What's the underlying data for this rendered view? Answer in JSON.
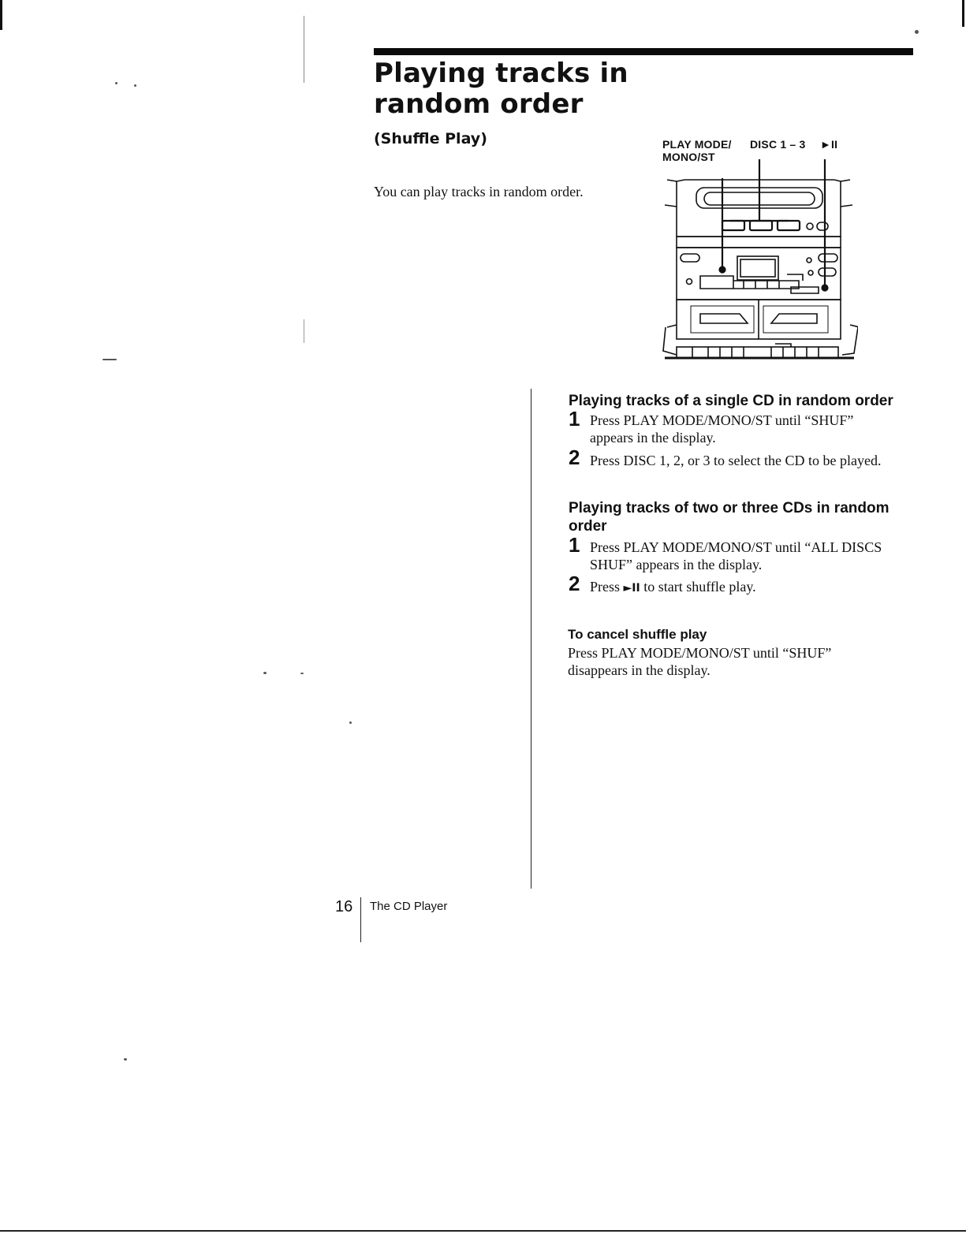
{
  "header": {
    "title_line1": "Playing tracks in",
    "title_line2": "random order",
    "subtitle": "(Shuffle Play)"
  },
  "intro": "You can play tracks in random order.",
  "figure": {
    "label_play_mode_1": "PLAY MODE/",
    "label_play_mode_2": "MONO/ST",
    "label_disc": "DISC 1 – 3",
    "label_play_pause": "►II"
  },
  "section_single": {
    "heading": "Playing tracks of a single CD in random order",
    "steps": [
      {
        "num": "1",
        "line1": "Press PLAY MODE/MONO/ST until “SHUF”",
        "line2": "appears in the display."
      },
      {
        "num": "2",
        "line1": "Press DISC 1, 2, or 3 to select the CD to be played."
      }
    ]
  },
  "section_multi": {
    "heading_line1": "Playing tracks of two or three CDs in random",
    "heading_line2": "order",
    "steps": [
      {
        "num": "1",
        "line1": "Press PLAY MODE/MONO/ST until “ALL DISCS",
        "line2": "SHUF” appears in the display."
      },
      {
        "num": "2",
        "prefix": "Press ",
        "glyph": "►II",
        "suffix": " to start shuffle play."
      }
    ]
  },
  "cancel": {
    "heading": "To cancel shuffle play",
    "line1": "Press PLAY MODE/MONO/ST until “SHUF”",
    "line2": "disappears in the display."
  },
  "footer": {
    "page_number": "16",
    "section": "The CD Player"
  }
}
